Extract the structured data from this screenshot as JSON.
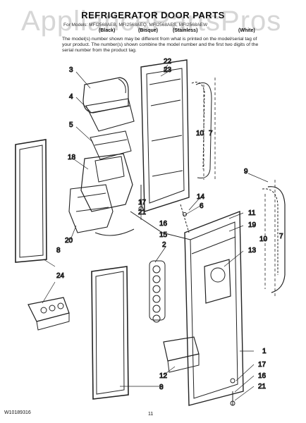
{
  "watermark": "AppliancePartsPros",
  "title": "REFRIGERATOR DOOR PARTS",
  "models_line": "For Models: MFI2568AEB, MFI2568AEQ, MFI2568AES, MFI2568AEW",
  "colors": {
    "black": "(Black)",
    "bisque": "(Bisque)",
    "stainless": "(Stainless)",
    "white": "(White)"
  },
  "note": "The model(s) number shown may be different from what is printed on the model/serial tag of your product. The number(s) shown combine the model number and the first two digits of the serial number from the product tag.",
  "footer": {
    "part_number": "W10189316",
    "page": "11"
  },
  "callouts": {
    "c22": "22",
    "c23": "23",
    "c3": "3",
    "c4": "4",
    "c5": "5",
    "c10a": "10",
    "c7a": "7",
    "c18": "18",
    "c17a": "17",
    "c21a": "21",
    "c16a": "16",
    "c15": "15",
    "c20": "20",
    "c8a": "8",
    "c24": "24",
    "c14": "14",
    "c6": "6",
    "c9": "9",
    "c11": "11",
    "c19": "19",
    "c7b": "7",
    "c10b": "10",
    "c13": "13",
    "c2": "2",
    "c1": "1",
    "c17b": "17",
    "c16b": "16",
    "c21b": "21",
    "c12": "12",
    "c8b": "8"
  }
}
